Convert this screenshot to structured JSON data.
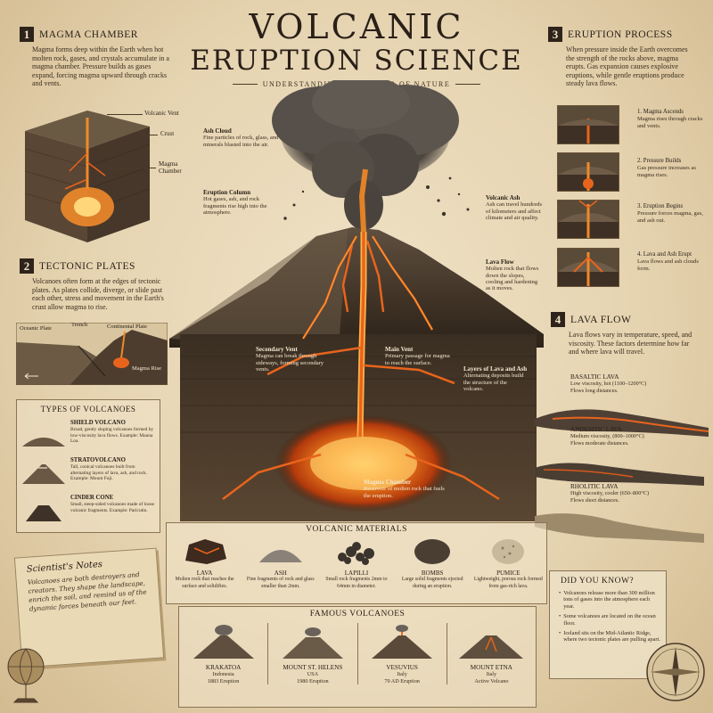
{
  "title": {
    "line1": "VOLCANIC",
    "line2": "ERUPTION SCIENCE",
    "subtitle": "UNDERSTANDING THE POWER OF NATURE"
  },
  "magma_chamber": {
    "number": "1",
    "title": "MAGMA CHAMBER",
    "text": "Magma forms deep within the Earth when hot molten rock, gases, and crystals accumulate in a magma chamber. Pressure builds as gases expand, forcing magma upward through cracks and vents.",
    "labels": {
      "vent": "Volcanic Vent",
      "crust": "Crust",
      "chamber": "Magma Chamber"
    }
  },
  "tectonic": {
    "number": "2",
    "title": "TECTONIC PLATES",
    "text": "Volcanoes often form at the edges of tectonic plates. As plates collide, diverge, or slide past each other, stress and movement in the Earth's crust allow magma to rise.",
    "labels": {
      "oceanic": "Oceanic Plate",
      "trench": "Trench",
      "continental": "Continental Plate",
      "magma_rise": "Magma Rise"
    }
  },
  "types": {
    "title": "TYPES OF VOLCANOES",
    "items": [
      {
        "name": "SHIELD VOLCANO",
        "desc": "Broad, gently sloping volcanoes formed by low-viscosity lava flows. Example: Mauna Loa."
      },
      {
        "name": "STRATOVOLCANO",
        "desc": "Tall, conical volcanoes built from alternating layers of lava, ash, and rock. Example: Mount Fuji."
      },
      {
        "name": "CINDER CONE",
        "desc": "Small, steep-sided volcanoes made of loose volcanic fragments. Example: Parícutin."
      }
    ]
  },
  "notes": {
    "title": "Scientist's Notes",
    "text": "Volcanoes are both destroyers and creators. They shape the landscape, enrich the soil, and remind us of the dynamic forces beneath our feet."
  },
  "center": {
    "ash_cloud": {
      "title": "Ash Cloud",
      "text": "Fine particles of rock, glass, and minerals blasted into the air."
    },
    "eruption_column": {
      "title": "Eruption Column",
      "text": "Hot gases, ash, and rock fragments rise high into the atmosphere."
    },
    "volcanic_ash": {
      "title": "Volcanic Ash",
      "text": "Ash can travel hundreds of kilometers and affect climate and air quality."
    },
    "lava_flow": {
      "title": "Lava Flow",
      "text": "Molten rock that flows down the slopes, cooling and hardening as it moves."
    },
    "secondary_vent": {
      "title": "Secondary Vent",
      "text": "Magma can break through sideways, forming secondary vents."
    },
    "main_vent": {
      "title": "Main Vent",
      "text": "Primary passage for magma to reach the surface."
    },
    "layers": {
      "title": "Layers of Lava and Ash",
      "text": "Alternating deposits build the structure of the volcano."
    },
    "magma_chamber": {
      "title": "Magma Chamber",
      "text": "Reservoir of molten rock that fuels the eruption."
    }
  },
  "eruption_process": {
    "number": "3",
    "title": "ERUPTION PROCESS",
    "text": "When pressure inside the Earth overcomes the strength of the rocks above, magma erupts. Gas expansion causes explosive eruptions, while gentle eruptions produce steady lava flows.",
    "steps": [
      {
        "title": "1. Magma Ascends",
        "text": "Magma rises through cracks and vents."
      },
      {
        "title": "2. Pressure Builds",
        "text": "Gas pressure increases as magma rises."
      },
      {
        "title": "3. Eruption Begins",
        "text": "Pressure forces magma, gas, and ash out."
      },
      {
        "title": "4. Lava and Ash Erupt",
        "text": "Lava flows and ash clouds form."
      }
    ]
  },
  "lava_flow": {
    "number": "4",
    "title": "LAVA FLOW",
    "text": "Lava flows vary in temperature, speed, and viscosity. These factors determine how far and where lava will travel.",
    "types": [
      {
        "name": "BASALTIC LAVA",
        "l1": "Low viscosity, hot (1100–1200°C)",
        "l2": "Flows long distances."
      },
      {
        "name": "ANDESITIC LAVA",
        "l1": "Medium viscosity, (800–1000°C)",
        "l2": "Flows moderate distances."
      },
      {
        "name": "RHOLITIC LAVA",
        "l1": "High viscosity, cooler (650–800°C)",
        "l2": "Flows short distances."
      }
    ]
  },
  "materials": {
    "title": "VOLCANIC MATERIALS",
    "items": [
      {
        "name": "LAVA",
        "desc": "Molten rock that reaches the surface and solidifies."
      },
      {
        "name": "ASH",
        "desc": "Fine fragments of rock and glass smaller than 2mm."
      },
      {
        "name": "LAPILLI",
        "desc": "Small rock fragments 2mm to 64mm in diameter."
      },
      {
        "name": "BOMBS",
        "desc": "Large solid fragments ejected during an eruption."
      },
      {
        "name": "PUMICE",
        "desc": "Lightweight, porous rock formed from gas-rich lava."
      }
    ]
  },
  "famous": {
    "title": "FAMOUS VOLCANOES",
    "items": [
      {
        "name": "KRAKATOA",
        "country": "Indonesia",
        "year": "1883 Eruption"
      },
      {
        "name": "MOUNT ST. HELENS",
        "country": "USA",
        "year": "1980 Eruption"
      },
      {
        "name": "VESUVIUS",
        "country": "Italy",
        "year": "79 AD Eruption"
      },
      {
        "name": "MOUNT ETNA",
        "country": "Italy",
        "year": "Active Volcano"
      }
    ]
  },
  "did_you_know": {
    "title": "DID YOU KNOW?",
    "facts": [
      "Volcanoes release more than 300 million tons of gases into the atmosphere each year.",
      "Some volcanoes are located on the ocean floor.",
      "Iceland sits on the Mid-Atlantic Ridge, where two tectonic plates are pulling apart."
    ]
  },
  "colors": {
    "paper": "#e8d8b8",
    "ink": "#2b2117",
    "lava": "#e8641c",
    "glow": "#ffb347"
  }
}
